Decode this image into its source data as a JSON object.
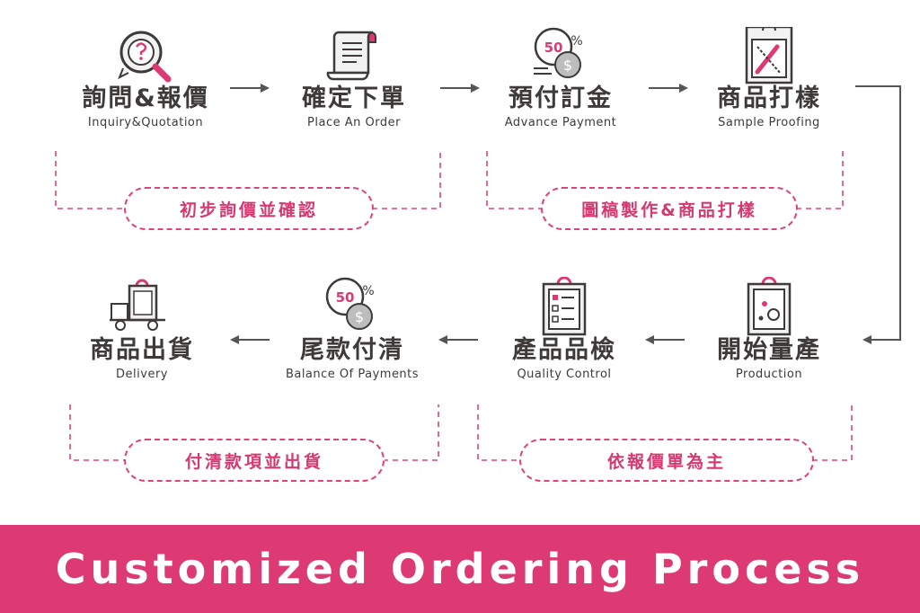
{
  "steps": [
    {
      "zh": "詢問&報價",
      "en": "Inquiry&Quotation",
      "icon": "magnifier-question-icon"
    },
    {
      "zh": "確定下單",
      "en": "Place An Order",
      "icon": "scroll-document-icon"
    },
    {
      "zh": "預付訂金",
      "en": "Advance Payment",
      "icon": "percent-coin-icon"
    },
    {
      "zh": "商品打樣",
      "en": "Sample Proofing",
      "icon": "design-board-icon"
    },
    {
      "zh": "開始量產",
      "en": "Production",
      "icon": "production-tag-icon"
    },
    {
      "zh": "產品品檢",
      "en": "Quality Control",
      "icon": "checklist-clipboard-icon"
    },
    {
      "zh": "尾款付清",
      "en": "Balance Of Payments",
      "icon": "percent-coin-icon"
    },
    {
      "zh": "商品出貨",
      "en": "Delivery",
      "icon": "delivery-truck-icon"
    }
  ],
  "percent_label": "50",
  "percent_sign": "%",
  "groups": [
    {
      "label": "初步詢價並確認"
    },
    {
      "label": "圖稿製作&商品打樣"
    },
    {
      "label": "付清款項並出貨"
    },
    {
      "label": "依報價單為主"
    }
  ],
  "banner": "Customized Ordering Process",
  "colors": {
    "accent": "#dd3a73",
    "text": "#3e3a39",
    "icon_fill": "#f2f2f2"
  }
}
